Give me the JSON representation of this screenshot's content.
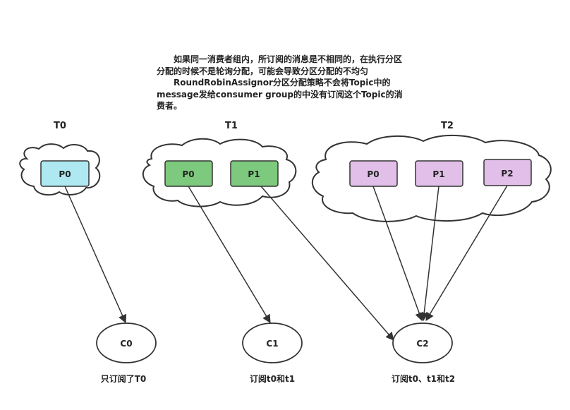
{
  "note": {
    "paragraph1": "如果同一消费者组内，所订阅的消息是不相同的，在执行分区分配的时候不是轮询分配，可能会导致分区分配的不均匀",
    "paragraph2": "RoundRobinAssignor分区分配策略不会将Topic中的message发给consumer group的中没有订阅这个Topic的消费者。"
  },
  "topics": [
    {
      "name": "T0",
      "partitions": [
        "P0"
      ],
      "color": "#aee9f1"
    },
    {
      "name": "T1",
      "partitions": [
        "P0",
        "P1"
      ],
      "color": "#7dc97d"
    },
    {
      "name": "T2",
      "partitions": [
        "P0",
        "P1",
        "P2"
      ],
      "color": "#e1bfe8"
    }
  ],
  "consumers": [
    {
      "name": "C0",
      "caption": "只订阅了T0"
    },
    {
      "name": "C1",
      "caption": "订阅t0和t1"
    },
    {
      "name": "C2",
      "caption": "订阅t0、t1和t2"
    }
  ],
  "colors": {
    "stroke": "#333333"
  }
}
